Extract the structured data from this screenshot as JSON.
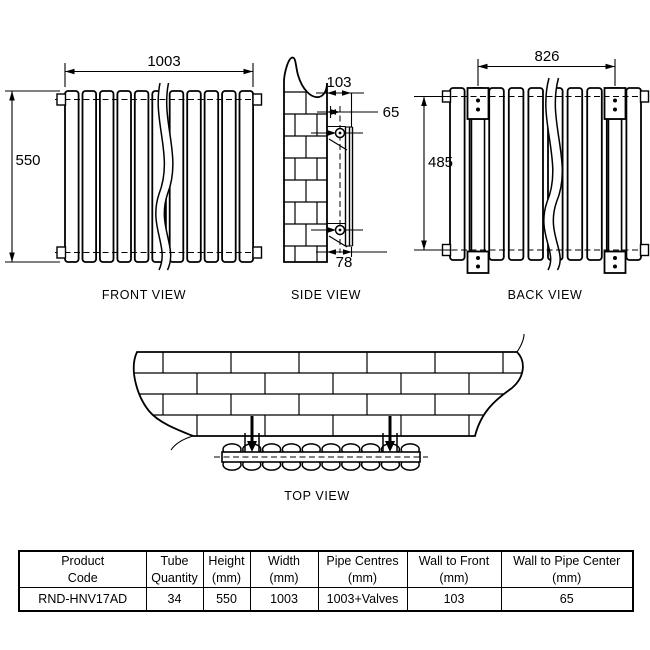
{
  "views": {
    "front": {
      "caption": "FRONT VIEW",
      "width_mm": "1003",
      "height_mm": "550"
    },
    "side": {
      "caption": "SIDE VIEW",
      "wall_to_front_mm": "103",
      "wall_to_pipe_center_mm": "65",
      "bottom_offset_mm": "78"
    },
    "back": {
      "caption": "BACK VIEW",
      "bracket_span_mm": "826",
      "bracket_height_mm": "485"
    },
    "top": {
      "caption": "TOP VIEW"
    }
  },
  "table": {
    "columns": [
      {
        "line1": "Product",
        "line2": "Code",
        "value": "RND-HNV17AD"
      },
      {
        "line1": "Tube",
        "line2": "Quantity",
        "value": "34"
      },
      {
        "line1": "Height",
        "line2": "(mm)",
        "value": "550"
      },
      {
        "line1": "Width",
        "line2": "(mm)",
        "value": "1003"
      },
      {
        "line1": "Pipe Centres",
        "line2": "(mm)",
        "value": "1003+Valves"
      },
      {
        "line1": "Wall to Front",
        "line2": "(mm)",
        "value": "103"
      },
      {
        "line1": "Wall to Pipe Center",
        "line2": "(mm)",
        "value": "65"
      }
    ]
  },
  "colors": {
    "line": "#000000",
    "background": "#ffffff"
  }
}
